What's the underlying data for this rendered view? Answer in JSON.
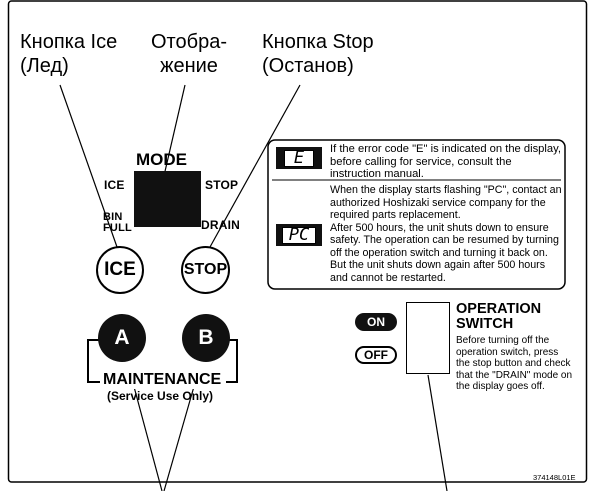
{
  "callouts": {
    "ice_button": "Кнопка Ice\n(Лед)",
    "display": "Отобра-\nжение",
    "stop_button": "Кнопка Stop\n(Останов)"
  },
  "panel": {
    "mode_title": "MODE",
    "ice_indicator": "ICE",
    "stop_indicator": "STOP",
    "bin_full_indicator_line1": "BIN",
    "bin_full_indicator_line2": "FULL",
    "drain_indicator": "DRAIN",
    "ice_button": "ICE",
    "stop_button": "STOP",
    "button_a": "A",
    "button_b": "B",
    "maintenance_label": "MAINTENANCE",
    "maintenance_sub": "(Service Use Only)"
  },
  "error_messages": [
    {
      "code": "E",
      "text": "If the error code \"E\" is indicated on the display, before calling for service, consult the instruction manual."
    },
    {
      "code": "PC",
      "text": "When the display starts flashing \"PC\", contact an authorized Hoshizaki service company for the required parts replacement.\nAfter 500 hours, the unit shuts down to ensure safety. The operation can be resumed by turning off the operation switch and turning it back on. But the unit shuts down again after 500 hours and cannot be restarted."
    }
  ],
  "operation_switch": {
    "on_label": "ON",
    "off_label": "OFF",
    "title_line1": "OPERATION",
    "title_line2": "SWITCH",
    "instructions": "Before turning off the operation switch, press the stop button and check that the \"DRAIN\" mode on the display goes off."
  },
  "part_code": "374148L01E"
}
